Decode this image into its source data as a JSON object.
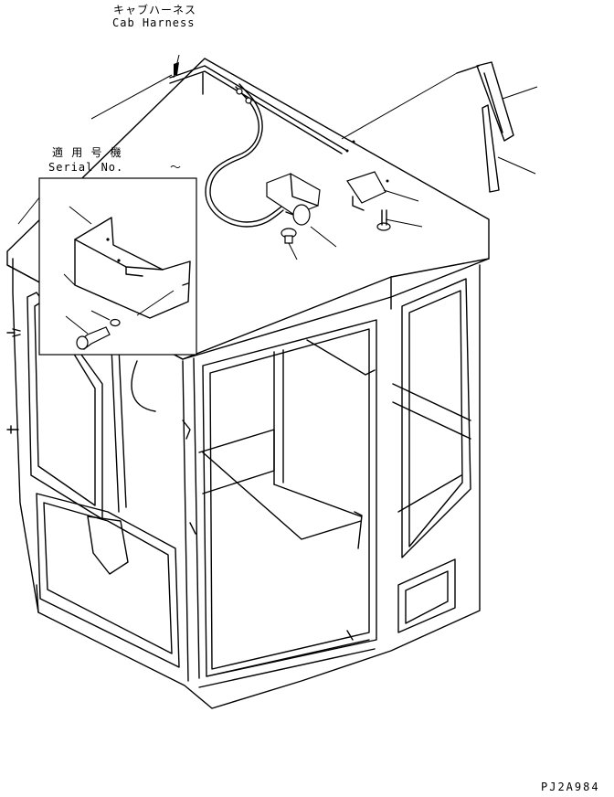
{
  "labels": {
    "harness_jp": "キャブハーネス",
    "harness_en": "Cab Harness",
    "serial_jp": "適 用 号 機",
    "serial_en": "Serial No.",
    "serial_range_tilde": "〜",
    "drawing_code": "PJ2A984"
  }
}
